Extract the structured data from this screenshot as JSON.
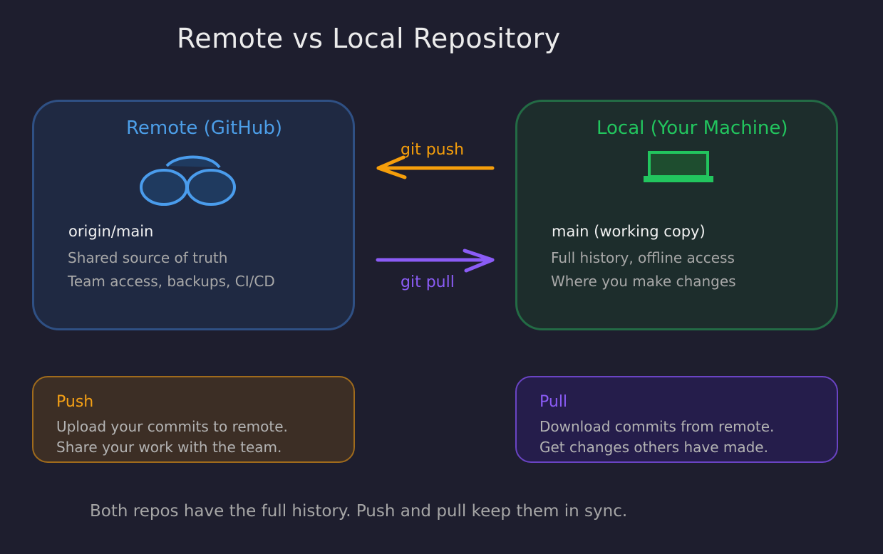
{
  "title": "Remote vs Local Repository",
  "remote": {
    "title": "Remote (GitHub)",
    "icon": "cloud-icon",
    "branch": "origin/main",
    "lines": [
      "Shared source of truth",
      "Team access, backups, CI/CD"
    ],
    "color": "#4c9ee8"
  },
  "local": {
    "title": "Local (Your Machine)",
    "icon": "laptop-icon",
    "branch": "main (working copy)",
    "lines": [
      "Full history, offline access",
      "Where you make changes"
    ],
    "color": "#22c55e"
  },
  "arrows": {
    "push": {
      "label": "git push",
      "direction": "local-to-remote",
      "color": "#f59e0b"
    },
    "pull": {
      "label": "git pull",
      "direction": "remote-to-local",
      "color": "#8b5cf6"
    }
  },
  "cards": {
    "push": {
      "title": "Push",
      "lines": [
        "Upload your commits to remote.",
        "Share your work with the team."
      ]
    },
    "pull": {
      "title": "Pull",
      "lines": [
        "Download commits from remote.",
        "Get changes others have made."
      ]
    }
  },
  "footer": "Both repos have the full history. Push and pull keep them in sync."
}
